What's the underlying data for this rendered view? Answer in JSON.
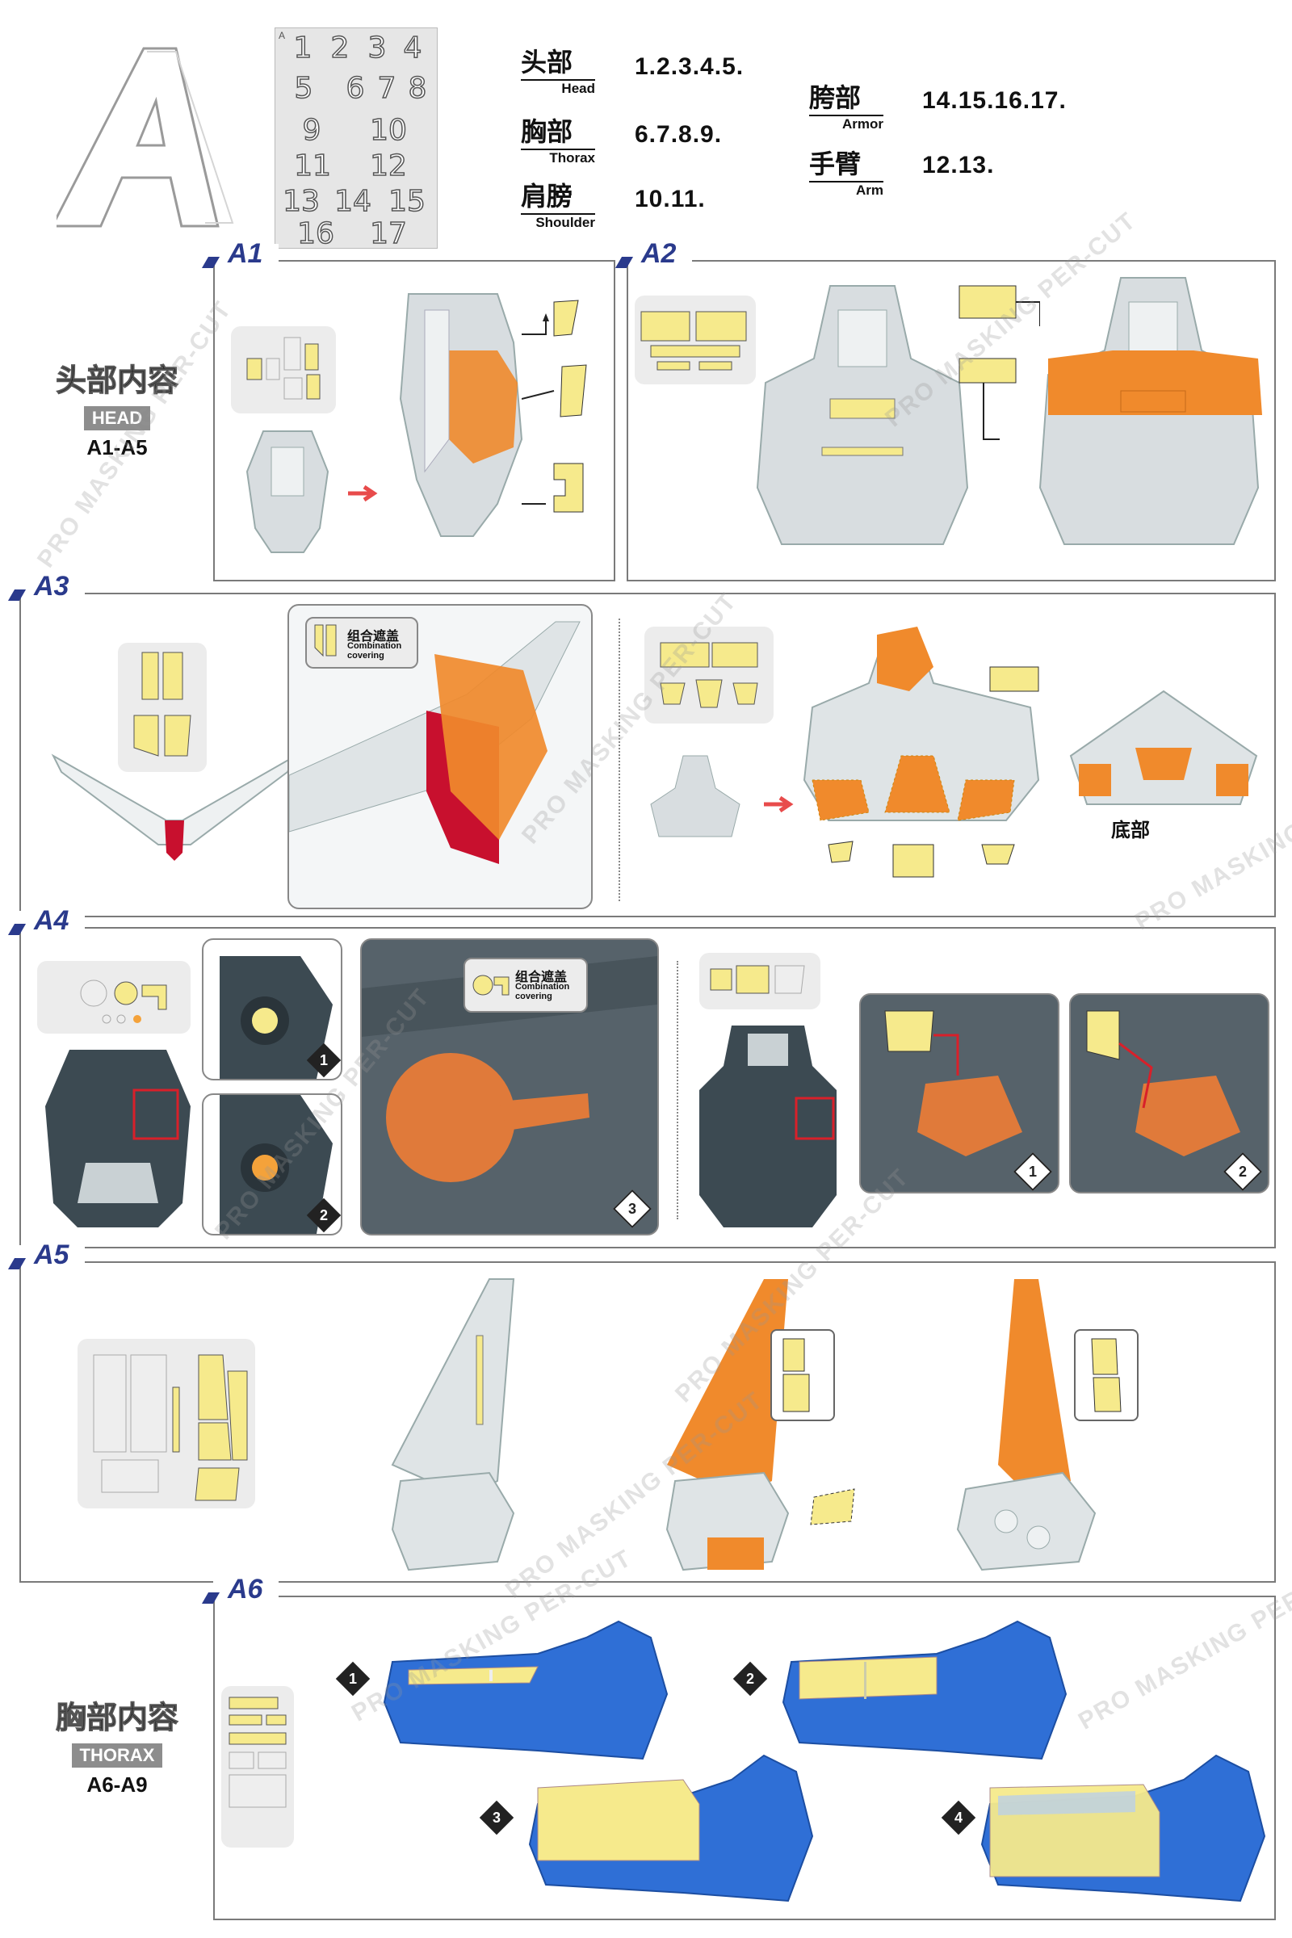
{
  "header": {
    "big_letter": "A",
    "sheet_corner": "A",
    "sheet_numbers": [
      "1",
      "2",
      "3",
      "4",
      "5",
      "6",
      "7",
      "8",
      "9",
      "10",
      "11",
      "12",
      "13",
      "14",
      "15",
      "16",
      "17"
    ],
    "legend": [
      {
        "cn": "头部",
        "en": "Head",
        "value": "1.2.3.4.5."
      },
      {
        "cn": "胸部",
        "en": "Thorax",
        "value": "6.7.8.9."
      },
      {
        "cn": "肩膀",
        "en": "Shoulder",
        "value": "10.11."
      },
      {
        "cn": "胯部",
        "en": "Armor",
        "value": "14.15.16.17."
      },
      {
        "cn": "手臂",
        "en": "Arm",
        "value": "12.13."
      }
    ]
  },
  "sections": {
    "head": {
      "cn": "头部内容",
      "en": "HEAD",
      "range": "A1-A5"
    },
    "thorax": {
      "cn": "胸部内容",
      "en": "THORAX",
      "range": "A6-A9"
    }
  },
  "panels": {
    "a1": {
      "label": "A1"
    },
    "a2": {
      "label": "A2"
    },
    "a3": {
      "label": "A3",
      "combo_cn": "组合遮盖",
      "combo_en": "Combination covering",
      "bottom_label": "底部"
    },
    "a4": {
      "label": "A4",
      "combo_cn": "组合遮盖",
      "combo_en": "Combination covering",
      "steps": [
        "1",
        "2",
        "3"
      ],
      "detail_steps": [
        "1",
        "2"
      ]
    },
    "a5": {
      "label": "A5"
    },
    "a6": {
      "label": "A6",
      "steps": [
        "1",
        "2",
        "3",
        "4"
      ]
    }
  },
  "watermark": "PRO MASKING PER-CUT",
  "colors": {
    "accent": "#2a3a8c",
    "mask_yellow": "#f6ea8c",
    "tape_orange": "#f08a2c",
    "plastic_gray": "#d8dde0",
    "blue_part": "#2f6fd6",
    "dark_part": "#3c4a52",
    "red_part": "#c8102e"
  }
}
